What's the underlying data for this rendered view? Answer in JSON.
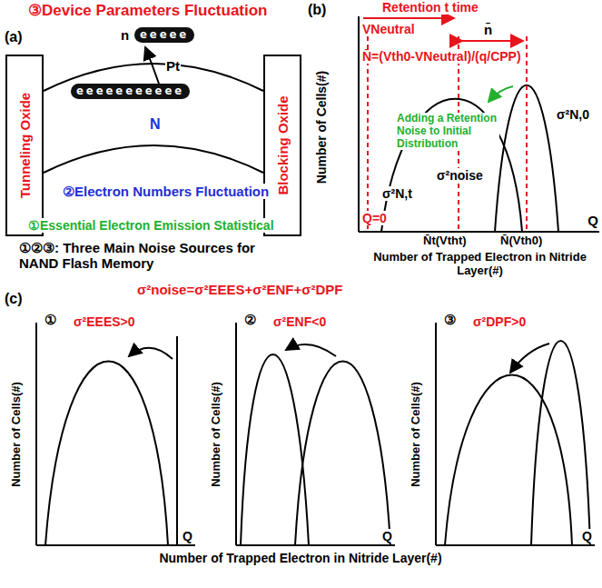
{
  "diagram": {
    "nodes": [
      {
        "text": [
          "Tunneling Oxide"
        ]
      },
      {
        "text": [
          "Blocking Oxide"
        ]
      }
    ],
    "labels": [
      "③Device Parameters Fluctuation",
      "(a)",
      "n",
      "eeeee",
      "Pt",
      "eeeeeeeeeee",
      "N",
      "②Electron Numbers Fluctuation",
      "①Essential Electron Emission Statistical",
      "①②③: Three Main Noise Sources for NAND Flash Memory",
      "(b)",
      "Retention t time",
      "VNeutral",
      "n̄",
      "N̄=(Vth0-VNeutral)/(q/CPP)",
      "Adding a Retention Noise to Initial Distribution",
      "σ²N,0",
      "σ²noise",
      "σ²N,t",
      "Q=0",
      "N̄t(Vtht)",
      "N̄(Vth0)",
      "Q",
      "Number of Cells(#)",
      "Number of Trapped Electron in Nitride Layer(#)",
      "(c)",
      "σ²noise=σ²EEES+σ²ENF+σ²DPF",
      "①",
      "σ²EEES>0",
      "Number of Cells(#)",
      "Q",
      "②",
      "σ²ENF<0",
      "Number of Cells(#)",
      "Q",
      "③",
      "σ²DPF>0",
      "Number of Cells(#)",
      "Q",
      "Number of Trapped Electron in Nitride Layer(#)"
    ]
  }
}
